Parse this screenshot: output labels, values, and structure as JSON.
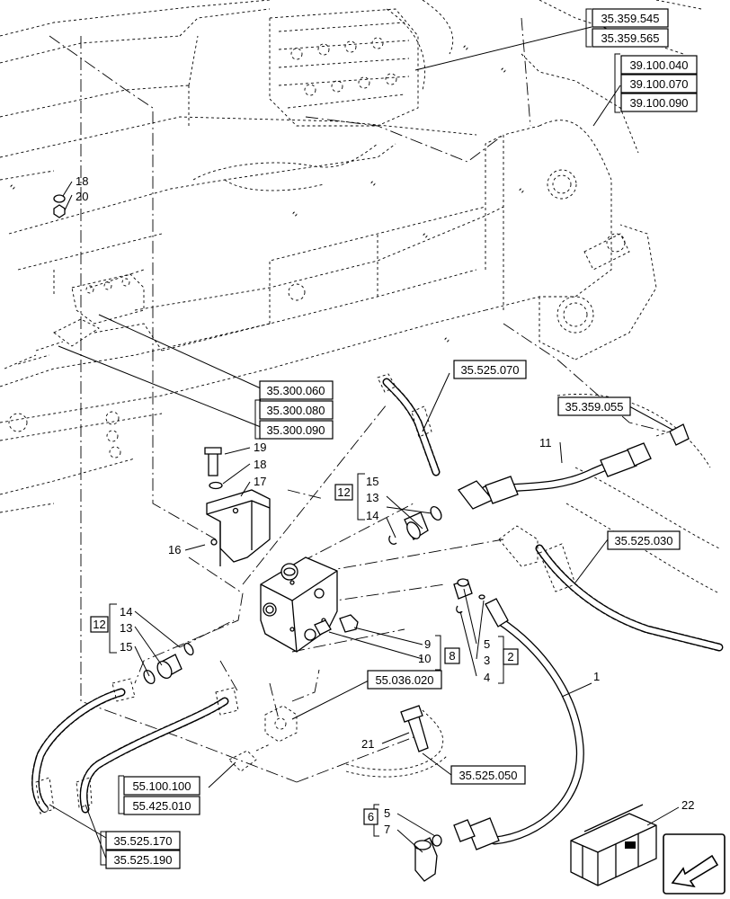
{
  "references": {
    "r35359545": "35.359.545",
    "r35359565": "35.359.565",
    "r39100040": "39.100.040",
    "r39100070": "39.100.070",
    "r39100090": "39.100.090",
    "r35300060": "35.300.060",
    "r35300080": "35.300.080",
    "r35300090": "35.300.090",
    "r35525070": "35.525.070",
    "r35359055": "35.359.055",
    "r35525030": "35.525.030",
    "r55036020": "55.036.020",
    "r55100100": "55.100.100",
    "r55425010": "55.425.010",
    "r35525050": "35.525.050",
    "r35525170": "35.525.170",
    "r35525190": "35.525.190"
  },
  "callouts": {
    "c18a": "18",
    "c20": "20",
    "c19": "19",
    "c18b": "18",
    "c17": "17",
    "c16": "16",
    "c11": "11",
    "g12a": "12",
    "c15a": "15",
    "c13a": "13",
    "c14a": "14",
    "g12b": "12",
    "c14b": "14",
    "c13b": "13",
    "c15b": "15",
    "c9": "9",
    "c10": "10",
    "g8": "8",
    "c5a": "5",
    "c3": "3",
    "c4": "4",
    "g2": "2",
    "c1": "1",
    "c21": "21",
    "g6": "6",
    "c5b": "5",
    "c7": "7",
    "c22": "22"
  },
  "nav_icon": "arrow-left-down-icon"
}
